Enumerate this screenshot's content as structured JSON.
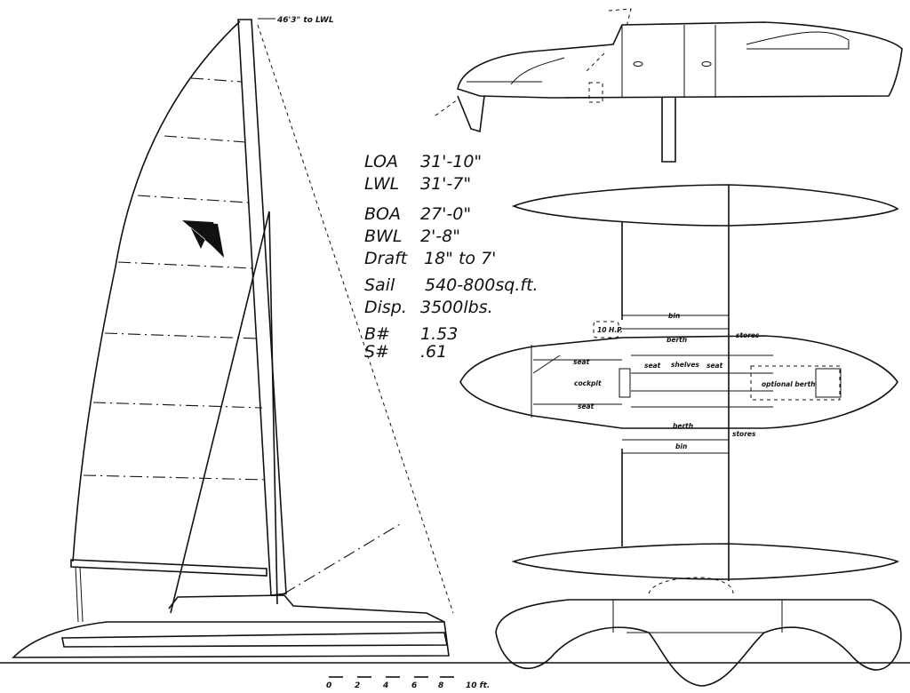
{
  "title_annotation": "46'3\" to LWL",
  "specs": [
    {
      "label": "LOA",
      "value": "31'-10\""
    },
    {
      "label": "LWL",
      "value": "31'-7\""
    },
    {
      "label": "BOA",
      "value": "27'-0\""
    },
    {
      "label": "BWL",
      "value": "2'-8\""
    },
    {
      "label": "Draft",
      "value": "18\" to 7'"
    },
    {
      "label": "Sail",
      "value": "540-800sq.ft."
    },
    {
      "label": "Disp.",
      "value": "3500lbs."
    },
    {
      "label": "B#",
      "value": "1.53"
    },
    {
      "label": "S#",
      "value": ".61"
    }
  ],
  "plan_labels": {
    "bin_top": "bin",
    "engine": "10 H.P.",
    "berth_top": "berth",
    "stores_top": "stores",
    "seat_top": "seat",
    "seat_mid_left": "seat",
    "shelves": "shelves",
    "seat_mid_right": "seat",
    "cockpit": "cockpit",
    "optional_berth": "optional berth",
    "seat_bottom": "seat",
    "berth_bottom": "berth",
    "stores_bottom": "stores",
    "bin_bottom": "bin"
  },
  "scale": {
    "ticks": [
      "0",
      "2",
      "4",
      "6",
      "8",
      "10 ft."
    ]
  }
}
